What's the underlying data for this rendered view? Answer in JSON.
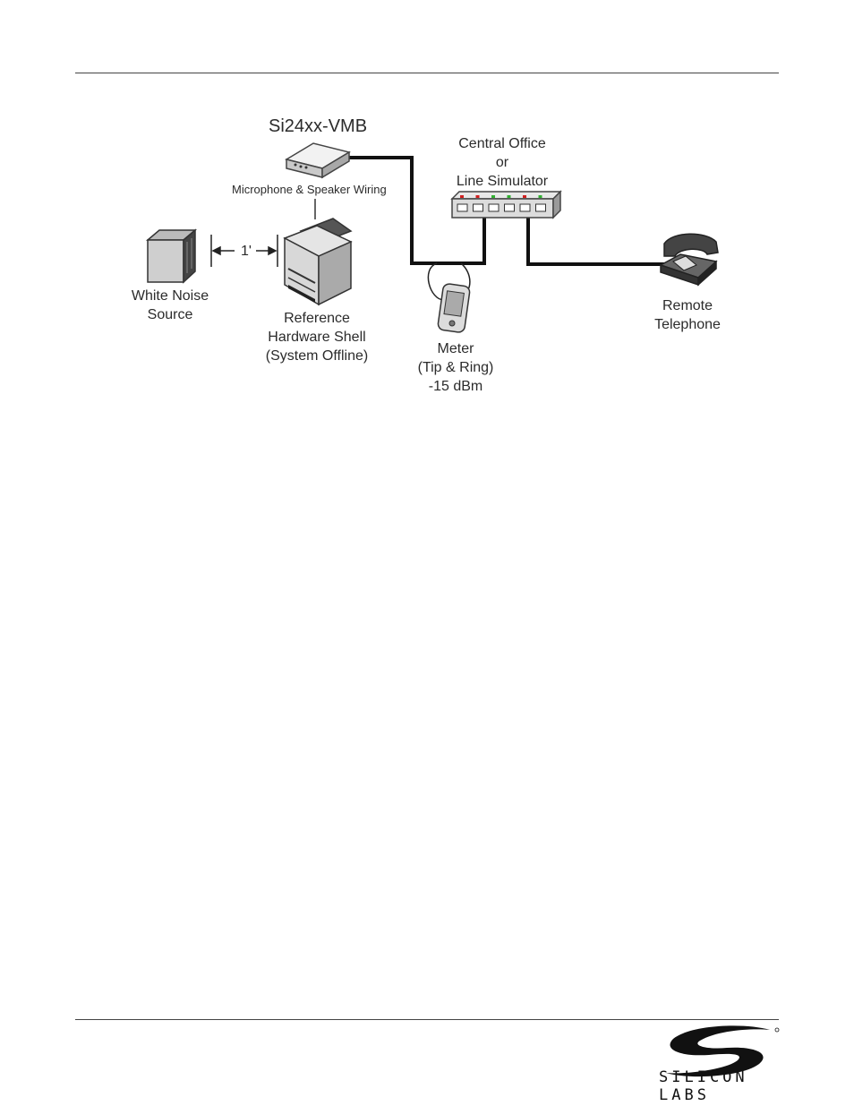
{
  "diagram": {
    "vmb_title": "Si24xx-VMB",
    "wiring_label": "Microphone & Speaker Wiring",
    "central_office": [
      "Central Office",
      "or",
      "Line Simulator"
    ],
    "distance_label": "1'",
    "white_noise": [
      "White Noise",
      "Source"
    ],
    "reference_shell": [
      "Reference",
      "Hardware Shell",
      "(System Offline)"
    ],
    "meter": [
      "Meter",
      "(Tip & Ring)",
      "-15 dBm"
    ],
    "remote_phone": [
      "Remote",
      "Telephone"
    ]
  },
  "footer": {
    "logo_text": "SILICON LABS"
  },
  "colors": {
    "wire": "#111111",
    "led_red": "#d02020",
    "led_green": "#30b030"
  }
}
